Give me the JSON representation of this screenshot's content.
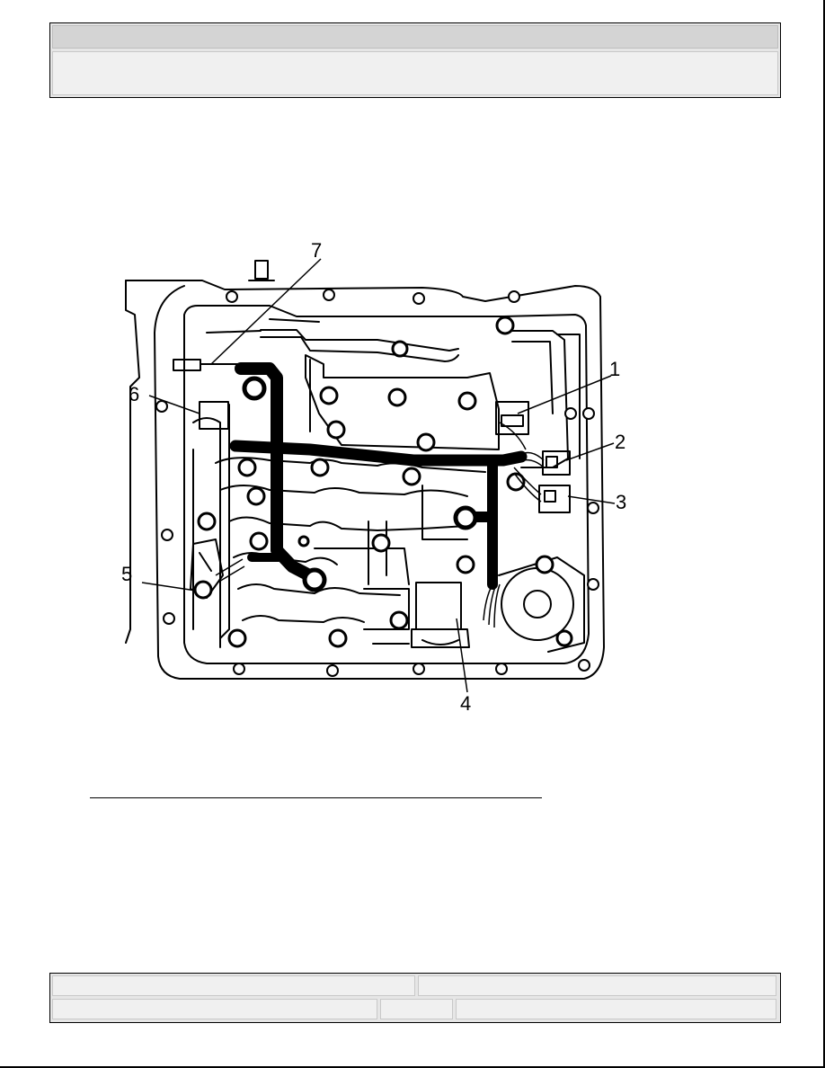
{
  "figure": {
    "callouts": [
      {
        "id": "1",
        "label": "1"
      },
      {
        "id": "2",
        "label": "2"
      },
      {
        "id": "3",
        "label": "3"
      },
      {
        "id": "4",
        "label": "4"
      },
      {
        "id": "5",
        "label": "5"
      },
      {
        "id": "6",
        "label": "6"
      },
      {
        "id": "7",
        "label": "7"
      }
    ]
  },
  "colors": {
    "ink": "#000000",
    "header_fill": "#d4d4d4",
    "panel_fill": "#f0f0f0"
  }
}
